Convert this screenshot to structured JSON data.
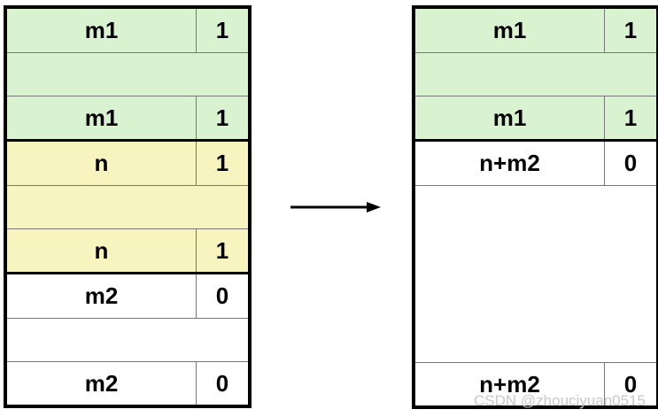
{
  "left_heap": {
    "blocks": [
      {
        "color": "#d9f2d0",
        "header": {
          "size": "m1",
          "bit": "1"
        },
        "footer": {
          "size": "m1",
          "bit": "1"
        }
      },
      {
        "color": "#f7f4c0",
        "header": {
          "size": "n",
          "bit": "1"
        },
        "footer": {
          "size": "n",
          "bit": "1"
        }
      },
      {
        "color": "#ffffff",
        "header": {
          "size": "m2",
          "bit": "0"
        },
        "footer": {
          "size": "m2",
          "bit": "0"
        }
      }
    ]
  },
  "right_heap": {
    "blocks": [
      {
        "color": "#d9f2d0",
        "header": {
          "size": "m1",
          "bit": "1"
        },
        "footer": {
          "size": "m1",
          "bit": "1"
        }
      },
      {
        "color": "#ffffff",
        "header": {
          "size": "n+m2",
          "bit": "0"
        },
        "footer": {
          "size": "n+m2",
          "bit": "0"
        }
      }
    ]
  },
  "arrow_icon": "right-arrow-icon",
  "watermark": "CSDN @zhouciyuan0515"
}
